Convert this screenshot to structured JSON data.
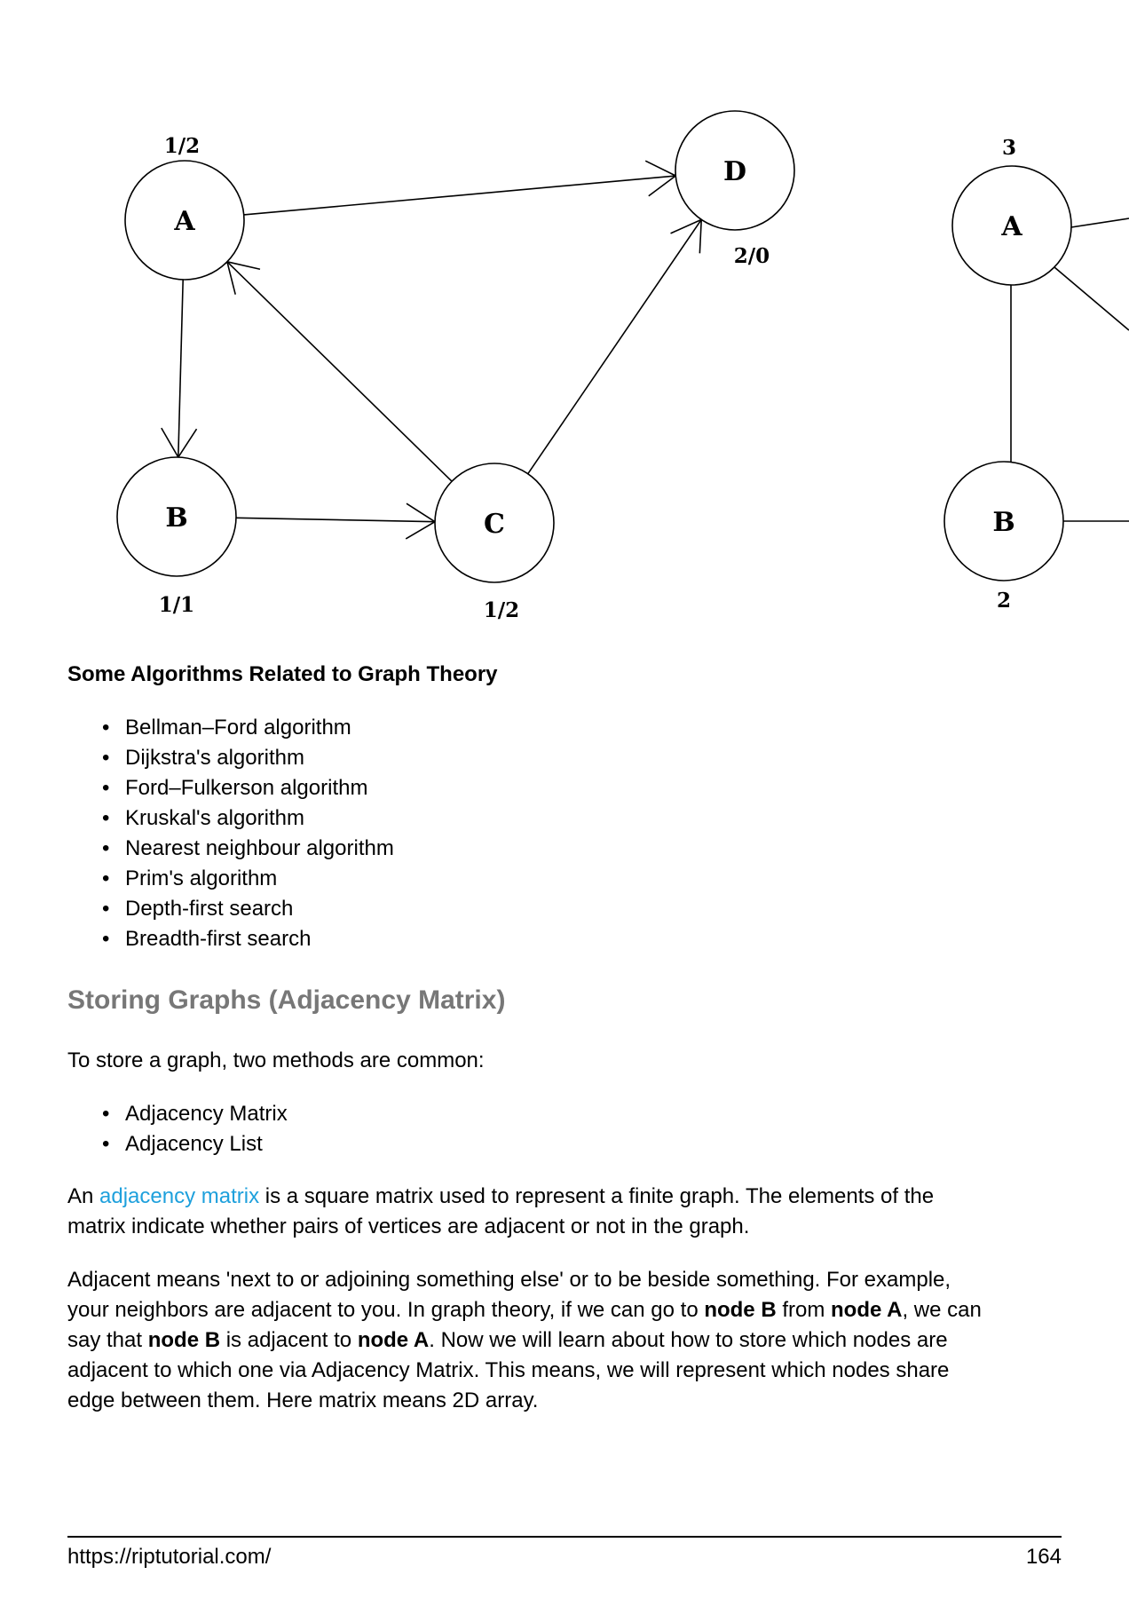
{
  "diagram_left": {
    "nodes": [
      {
        "id": "A",
        "label": "A",
        "value": "1/2"
      },
      {
        "id": "B",
        "label": "B",
        "value": "1/1"
      },
      {
        "id": "C",
        "label": "C",
        "value": "1/2"
      },
      {
        "id": "D",
        "label": "D",
        "value": "2/0"
      }
    ],
    "edges": [
      {
        "from": "A",
        "to": "D"
      },
      {
        "from": "A",
        "to": "B"
      },
      {
        "from": "B",
        "to": "C"
      },
      {
        "from": "C",
        "to": "A"
      },
      {
        "from": "C",
        "to": "D"
      }
    ]
  },
  "diagram_right": {
    "nodes": [
      {
        "id": "A",
        "label": "A",
        "value": "3"
      },
      {
        "id": "B",
        "label": "B",
        "value": "2"
      }
    ]
  },
  "section1": {
    "heading": "Some Algorithms Related to Graph Theory",
    "items": [
      "Bellman–Ford algorithm",
      "Dijkstra's algorithm",
      "Ford–Fulkerson algorithm",
      "Kruskal's algorithm",
      "Nearest neighbour algorithm",
      "Prim's algorithm",
      "Depth-first search",
      "Breadth-first search"
    ]
  },
  "section2": {
    "heading": "Storing Graphs (Adjacency Matrix)",
    "intro": "To store a graph, two methods are common:",
    "items": [
      "Adjacency Matrix",
      "Adjacency List"
    ],
    "p1": {
      "prefix": "An ",
      "link": "adjacency matrix",
      "line1_rest": " is a square matrix used to represent a finite graph. The elements of the",
      "line2": "matrix indicate whether pairs of vertices are adjacent or not in the graph."
    },
    "p2": {
      "line1": "Adjacent means 'next to or adjoining something else' or to be beside something. For example,",
      "line2_a": "your neighbors are adjacent to you. In graph theory, if we can go to ",
      "line2_b": "node B",
      "line2_c": " from ",
      "line2_d": "node A",
      "line2_e": ", we can",
      "line3_a": "say that ",
      "line3_b": "node B",
      "line3_c": " is adjacent to ",
      "line3_d": "node A",
      "line3_e": ". Now we will learn about how to store which nodes are",
      "line4": "adjacent to which one via Adjacency Matrix. This means, we will represent which nodes share",
      "line5": "edge between them. Here matrix means 2D array."
    }
  },
  "footer": {
    "url": "https://riptutorial.com/",
    "page_number": "164"
  }
}
